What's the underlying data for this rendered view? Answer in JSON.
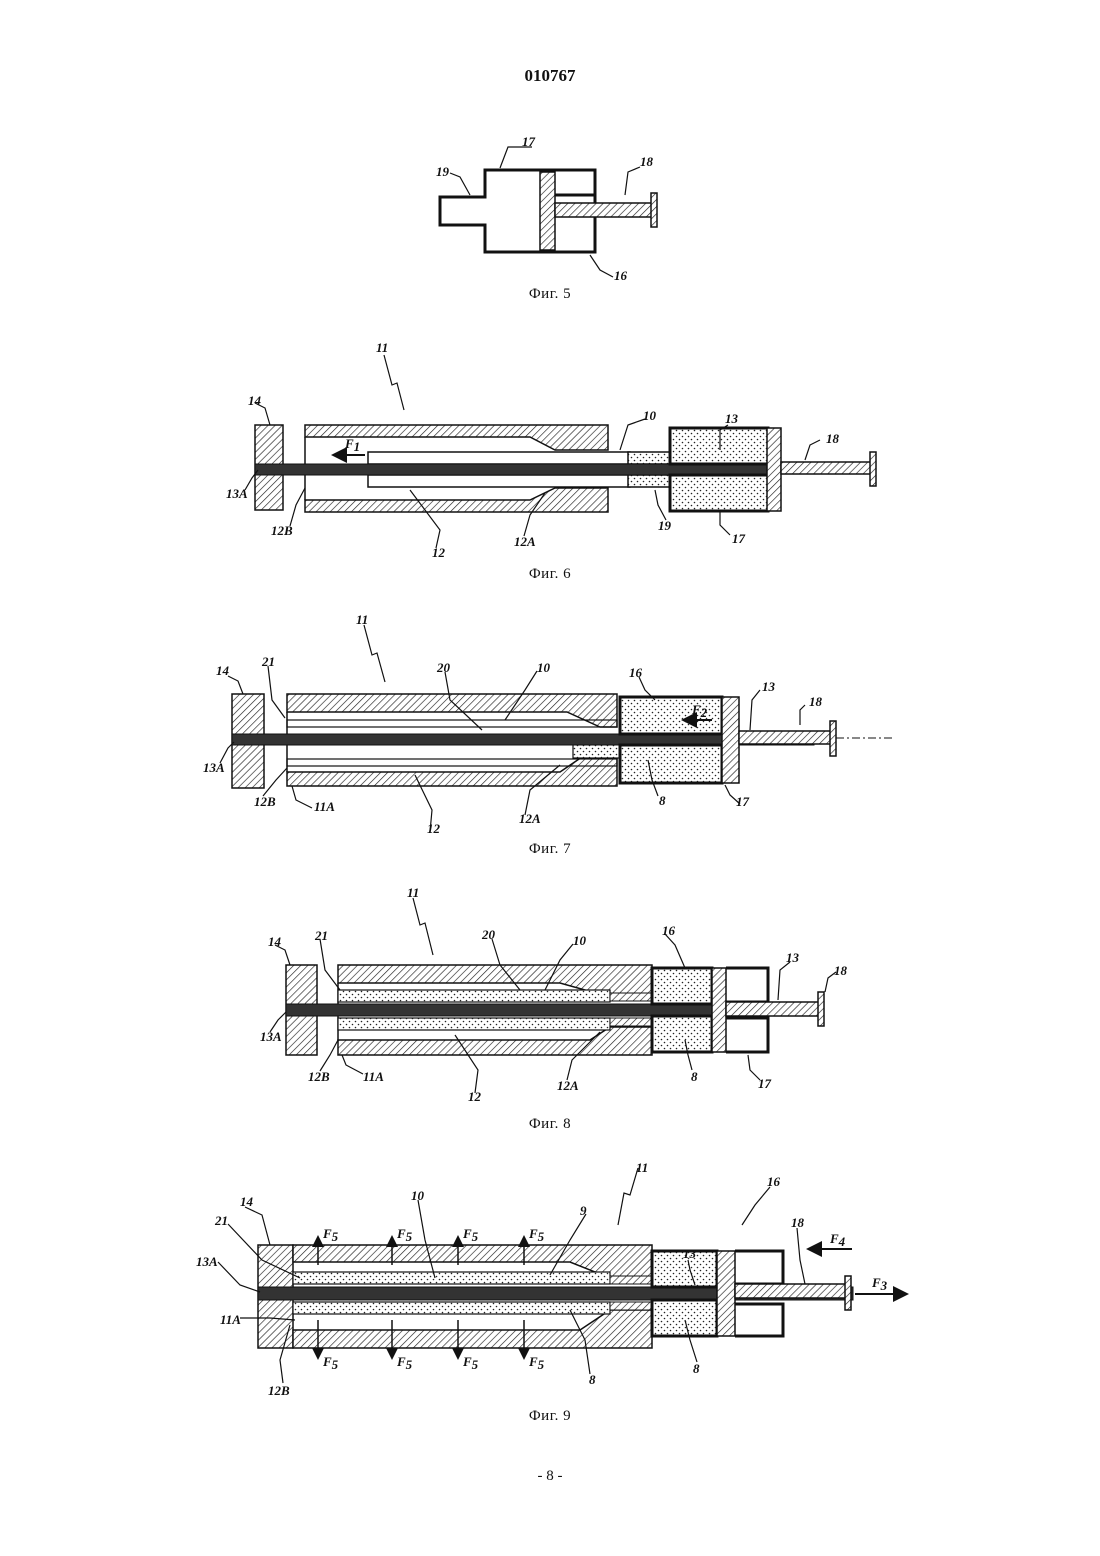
{
  "header": {
    "doc_number": "010767"
  },
  "footer": {
    "page_number": "- 8 -"
  },
  "fig5": {
    "caption": "Фиг. 5",
    "labels": {
      "l17": "17",
      "l19": "19",
      "l18": "18",
      "l16": "16"
    }
  },
  "fig6": {
    "caption": "Фиг. 6",
    "labels": {
      "l11": "11",
      "l14": "14",
      "l10": "10",
      "l13": "13",
      "l18": "18",
      "l13A": "13A",
      "l12B": "12B",
      "l12": "12",
      "l12A": "12A",
      "l19": "19",
      "l17": "17",
      "f1": "F",
      "f1sub": "1"
    }
  },
  "fig7": {
    "caption": "Фиг. 7",
    "labels": {
      "l11": "11",
      "l14": "14",
      "l21": "21",
      "l20": "20",
      "l10": "10",
      "l16": "16",
      "l13": "13",
      "l18": "18",
      "l13A": "13A",
      "l12B": "12B",
      "l11A": "11A",
      "l12": "12",
      "l12A": "12A",
      "l8": "8",
      "l17": "17",
      "f2": "F",
      "f2sub": "2"
    }
  },
  "fig8": {
    "caption": "Фиг. 8",
    "labels": {
      "l11": "11",
      "l14": "14",
      "l21": "21",
      "l20": "20",
      "l10": "10",
      "l16": "16",
      "l13": "13",
      "l18": "18",
      "l13A": "13A",
      "l12B": "12B",
      "l11A": "11A",
      "l12": "12",
      "l12A": "12A",
      "l8": "8",
      "l17": "17"
    }
  },
  "fig9": {
    "caption": "Фиг. 9",
    "labels": {
      "l11": "11",
      "l16": "16",
      "l14": "14",
      "l10": "10",
      "l9": "9",
      "l21": "21",
      "l13": "13",
      "l18": "18",
      "l13A": "13A",
      "l11A": "11A",
      "l12B": "12B",
      "l8a": "8",
      "l8b": "8",
      "f4": "F",
      "f4sub": "4",
      "f3": "F",
      "f3sub": "3",
      "f5": "F",
      "f5sub": "5"
    }
  }
}
